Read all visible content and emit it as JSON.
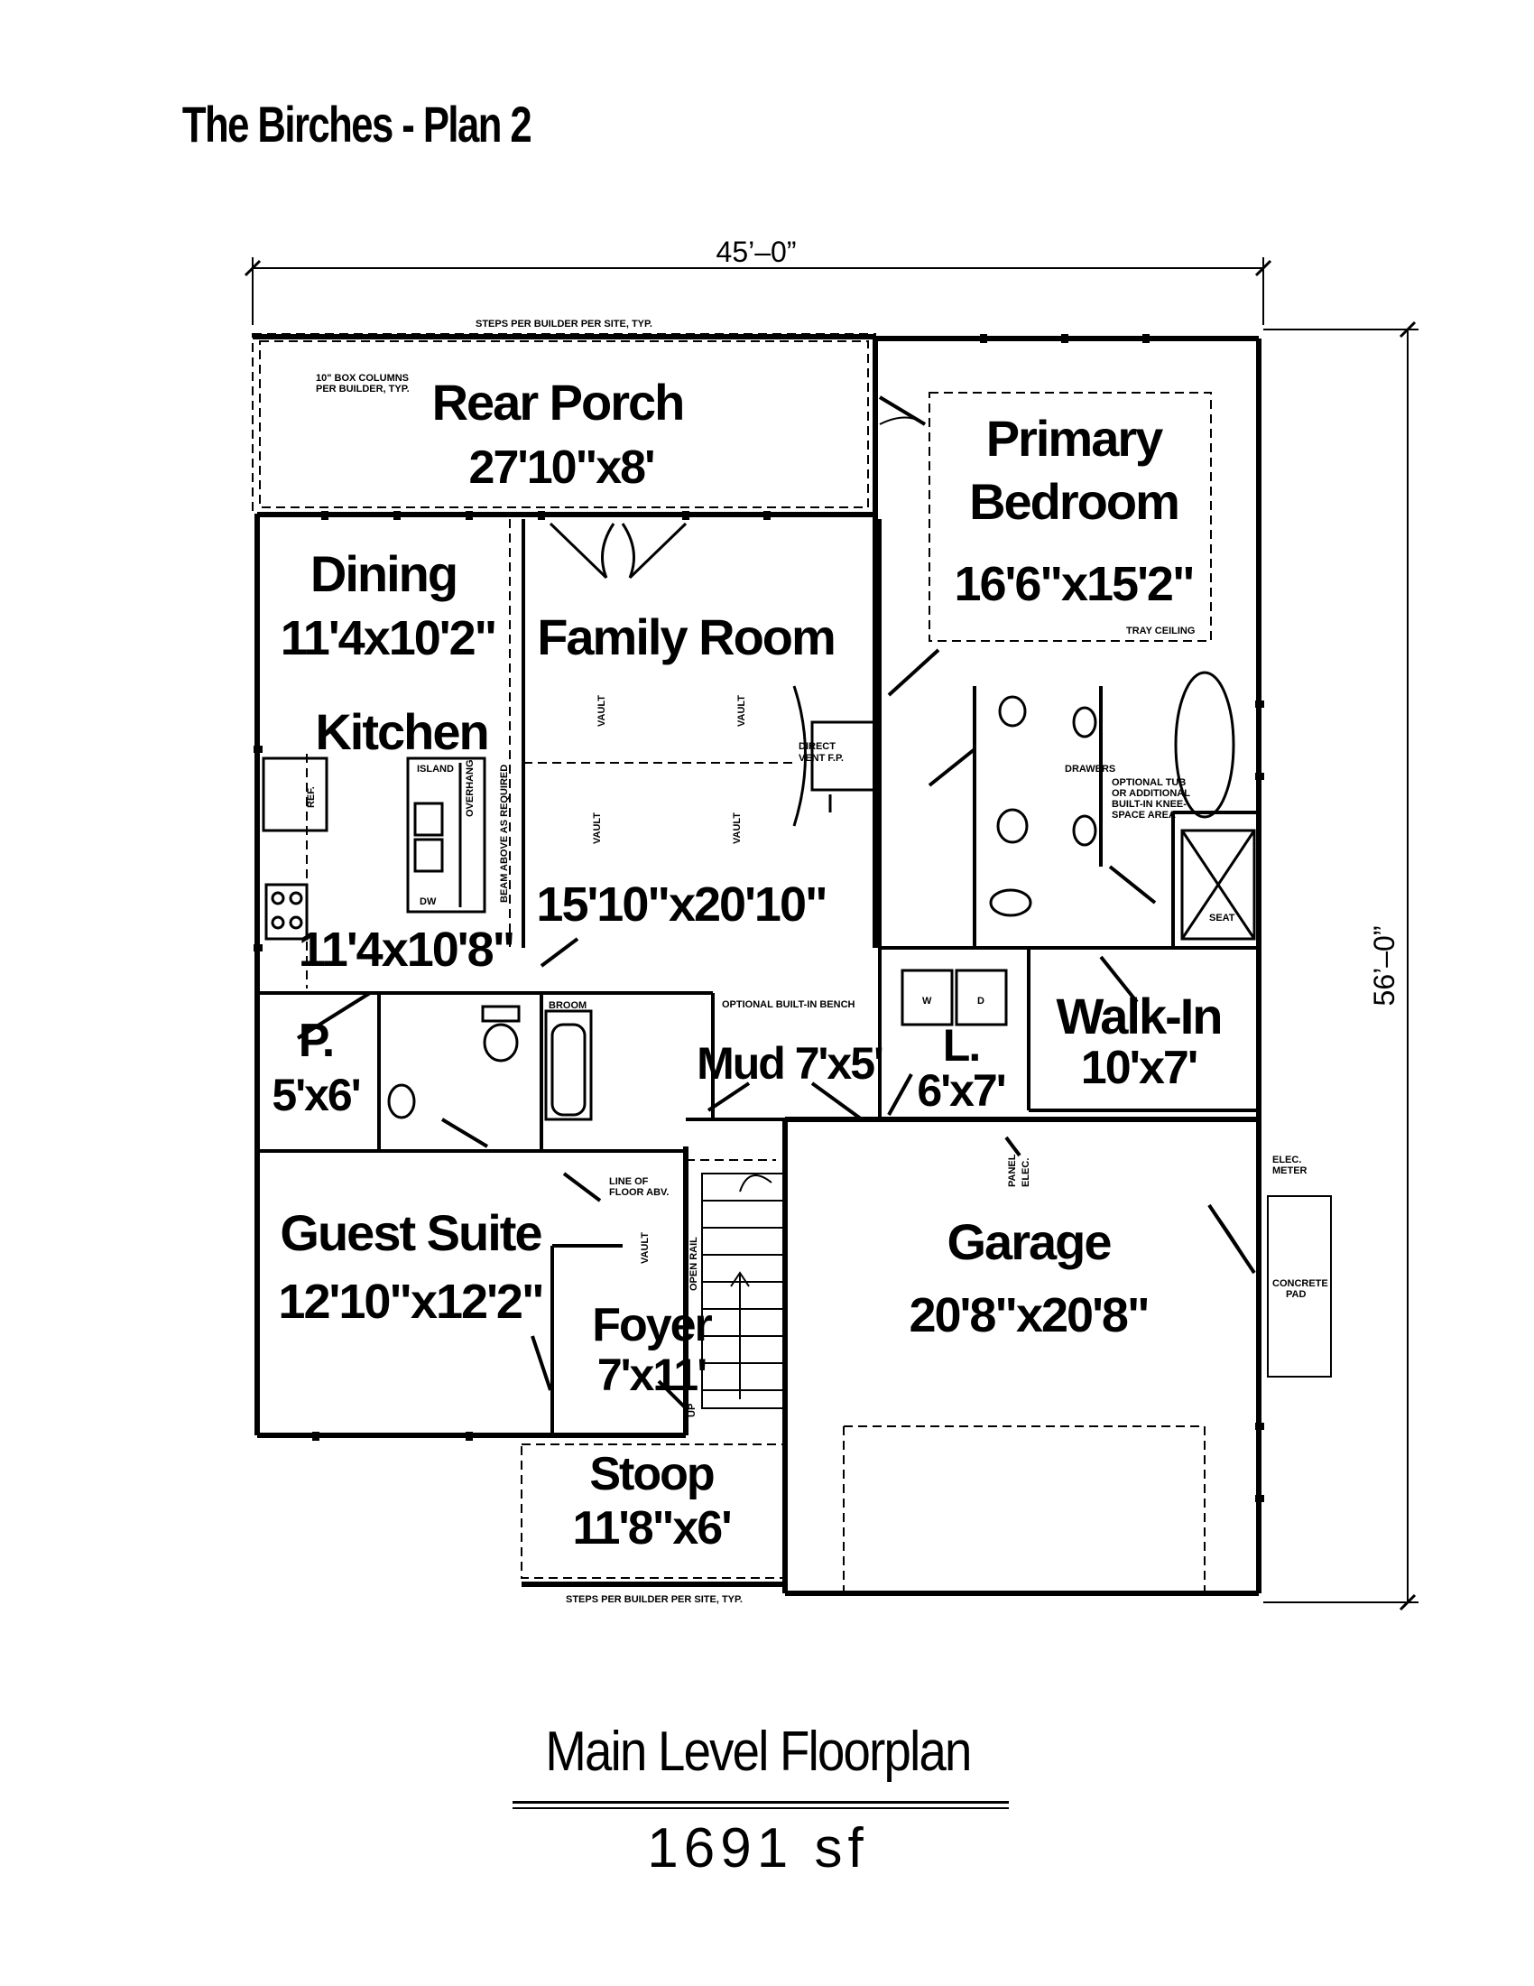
{
  "title": "The Birches - Plan 2",
  "footer": {
    "heading": "Main Level Floorplan",
    "area": "1691 sf"
  },
  "dimensions": {
    "width": "45’–0”",
    "depth": "56’–0”"
  },
  "rooms": {
    "rear_porch": {
      "name": "Rear Porch",
      "size": "27'10\"x8'"
    },
    "primary_bedroom": {
      "name_line1": "Primary",
      "name_line2": "Bedroom",
      "size": "16'6\"x15'2\""
    },
    "dining": {
      "name": "Dining",
      "size": "11'4x10'2\""
    },
    "family_room": {
      "name": "Family Room",
      "size": "15'10\"x20'10\""
    },
    "kitchen": {
      "name": "Kitchen",
      "size": "11'4x10'8\""
    },
    "powder": {
      "name": "P.",
      "size": "5'x6'"
    },
    "mud": {
      "name": "Mud 7'x5'"
    },
    "laundry": {
      "name": "L.",
      "size": "6'x7'"
    },
    "walk_in": {
      "name": "Walk-In",
      "size": "10'x7'"
    },
    "guest_suite": {
      "name": "Guest Suite",
      "size": "12'10\"x12'2\""
    },
    "foyer": {
      "name": "Foyer",
      "size": "7'x11'"
    },
    "garage": {
      "name": "Garage",
      "size": "20'8\"x20'8\""
    },
    "stoop": {
      "name": "Stoop",
      "size": "11'8\"x6'"
    }
  },
  "notes": {
    "steps_top": "STEPS PER BUILDER PER SITE, TYP.",
    "steps_bottom": "STEPS PER BUILDER PER SITE, TYP.",
    "box_columns_1": "10\" BOX COLUMNS",
    "box_columns_2": "PER BUILDER, TYP.",
    "tray_ceiling": "TRAY CEILING",
    "beam": "BEAM ABOVE AS REQUIRED",
    "island": "ISLAND",
    "overhang": "OVERHANG",
    "ref": "REF.",
    "dw": "DW",
    "vault": "VAULT",
    "direct_vent_1": "DIRECT",
    "direct_vent_2": "VENT F.P.",
    "drawers": "DRAWERS",
    "optional_tub_1": "OPTIONAL TUB",
    "optional_tub_2": "OR ADDITIONAL",
    "optional_tub_3": "BUILT-IN KNEE-",
    "optional_tub_4": "SPACE AREA",
    "seat": "SEAT",
    "broom": "BROOM",
    "bench": "OPTIONAL BUILT-IN BENCH",
    "line_of_floor_1": "LINE OF",
    "line_of_floor_2": "FLOOR ABV.",
    "open_rail": "OPEN RAIL",
    "up": "UP",
    "panel": "PANEL",
    "elec": "ELEC.",
    "elec_meter_1": "ELEC.",
    "elec_meter_2": "METER",
    "concrete_pad_1": "CONCRETE",
    "concrete_pad_2": "PAD",
    "washer": "W",
    "dryer": "D"
  }
}
